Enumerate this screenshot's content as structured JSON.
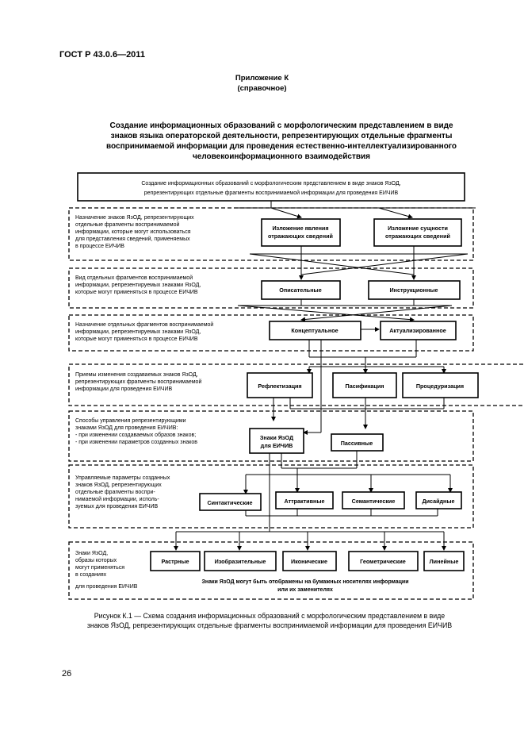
{
  "header": "ГОСТ Р 43.0.6—2011",
  "appendix": {
    "title": "Приложение К",
    "subtitle": "(справочное)"
  },
  "title_lines": [
    "Создание информационных образований с морфологическим представлением в виде",
    "знаков языка операторской деятельности, репрезентирующих отдельные фрагменты",
    "воспринимаемой информации для проведения естественно-интеллектуализированного",
    "человекоинформационного взаимодействия"
  ],
  "diagram": {
    "top_box": [
      "Создание информационных образований с морфологическим представлением в виде знаков ЯзОД,",
      "репрезентирующих отдельные фрагменты воспринимаемой информации для проведения ЕИЧИВ"
    ],
    "rows": [
      {
        "label": [
          "Назначение знаков ЯзОД, репрезентирующих",
          "отдельные фрагменты воспринимаемой",
          "информации, которые могут использоваться",
          "для представления сведений, применяемых",
          "в процессе ЕИЧИВ"
        ],
        "boxes": [
          [
            "Изложение явления",
            "отражающих сведений"
          ],
          [
            "Изложение сущности",
            "отражающих сведений"
          ]
        ]
      },
      {
        "label": [
          "Вид отдельных фрагментов воспринимаемой",
          "информации, репрезентируемых знаками ЯзОД,",
          "которые могут применяться в процессе ЕИЧИВ"
        ],
        "boxes": [
          [
            "Описательные"
          ],
          [
            "Инструкционные"
          ]
        ]
      },
      {
        "label": [
          "Назначение отдельных фрагментов воспринимаемой",
          "информации, репрезентируемых знаками ЯзОД,",
          "которые могут применяться в процессе ЕИЧИВ"
        ],
        "boxes": [
          [
            "Концептуальное"
          ],
          [
            "Актуализированное"
          ]
        ]
      },
      {
        "label": [
          "Приемы изменения создаваемых знаков ЯзОД,",
          "репрезентирующих фрагменты воспринимаемой",
          "информации для проведения ЕИЧИВ"
        ],
        "boxes": [
          [
            "Рефлектизация"
          ],
          [
            "Пасификация"
          ],
          [
            "Процедуризация"
          ]
        ]
      },
      {
        "label": [
          "Способы управления репрезентирующими",
          "знаками ЯзОД для проведения ЕИЧИВ:",
          "- при изменении создаваемых образов знаков;",
          "- при изменении параметров созданных знаков"
        ],
        "boxes": [
          [
            "Знаки ЯзОД",
            "для ЕИЧИВ"
          ],
          [
            "Пассивные"
          ]
        ]
      },
      {
        "label": [
          "Управляемые параметры созданных",
          "знаков ЯзОД, репрезентирующих",
          "отдельные фрагменты воспри-",
          "нимаемой информации, исполь-",
          "зуемых для проведения ЕИЧИВ"
        ],
        "boxes": [
          [
            "Синтактические"
          ],
          [
            "Аттрактивные"
          ],
          [
            "Семантические"
          ],
          [
            "Дисайдные"
          ]
        ]
      },
      {
        "label": [
          "Знаки ЯзОД,",
          "образы которых",
          "могут применяться",
          "в созданиях",
          "для проведения ЕИЧИВ"
        ],
        "boxes": [
          [
            "Растрные"
          ],
          [
            "Изобразительные"
          ],
          [
            "Иконические"
          ],
          [
            "Геометрические"
          ],
          [
            "Линейные"
          ]
        ]
      }
    ],
    "note": [
      "Знаки ЯзОД могут быть отображены на бумажных носителях информации",
      "или их заменителях"
    ]
  },
  "caption_lines": [
    "Рисунок К.1 — Схема создания информационных образований с морфологическим представлением в виде",
    "знаков ЯзОД, репрезентирующих отдельные фрагменты воспринимаемой информации для проведения ЕИЧИВ"
  ],
  "page_number": "26"
}
